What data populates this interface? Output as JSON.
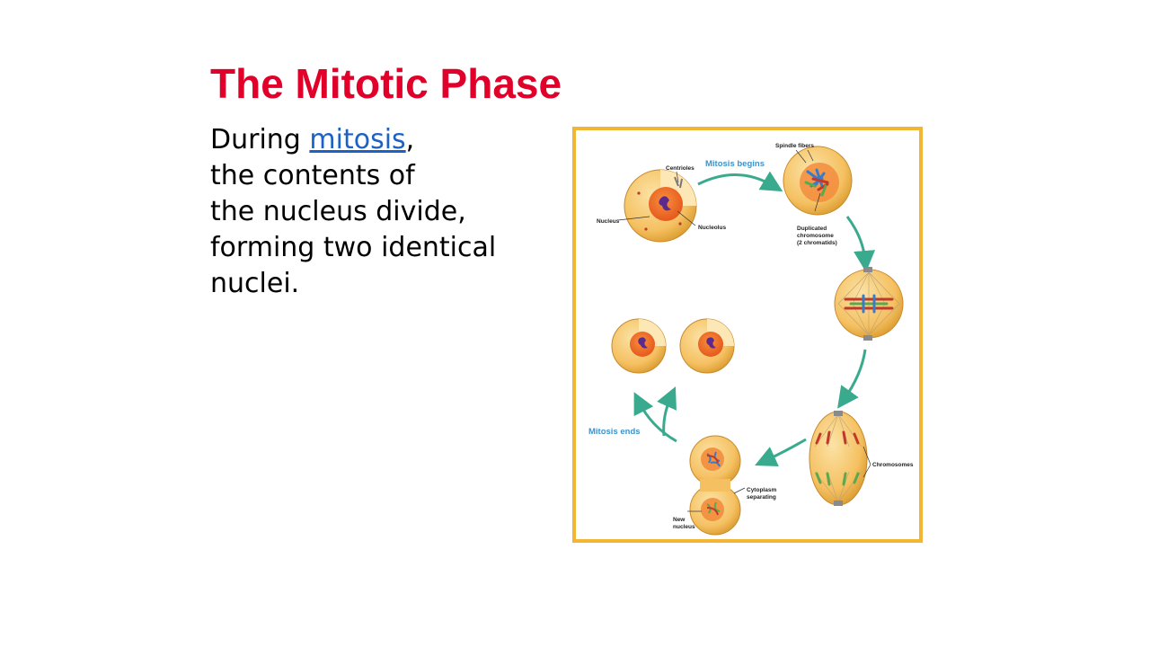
{
  "slide": {
    "title": "The Mitotic Phase",
    "body": {
      "line1_before": "During ",
      "link": "mitosis",
      "line1_after": ",",
      "lines": [
        "the contents of",
        "the nucleus divide,",
        "forming two identical",
        "nuclei."
      ]
    }
  },
  "figure": {
    "phase_begin": "Mitosis begins",
    "phase_end": "Mitosis ends",
    "labels": {
      "centrioles": "Centrioles",
      "nucleus": "Nucleus",
      "nucleolus": "Nucleolus",
      "spindle_fibers": "Spindle fibers",
      "duplicated_chromosome_1": "Duplicated",
      "duplicated_chromosome_2": "chromosome",
      "duplicated_chromosome_3": "(2 chromatids)",
      "chromosomes": "Chromosomes",
      "cytoplasm_1": "Cytoplasm",
      "cytoplasm_2": "separating",
      "new_nucleus_1": "New",
      "new_nucleus_2": "nucleus"
    },
    "colors": {
      "frame": "#f2b534",
      "cell": "#f5c061",
      "nucleus": "#f06a23",
      "chromatin": "#5b2a8c",
      "arrow": "#3aaa8e",
      "phase_label": "#3f93c9"
    }
  }
}
